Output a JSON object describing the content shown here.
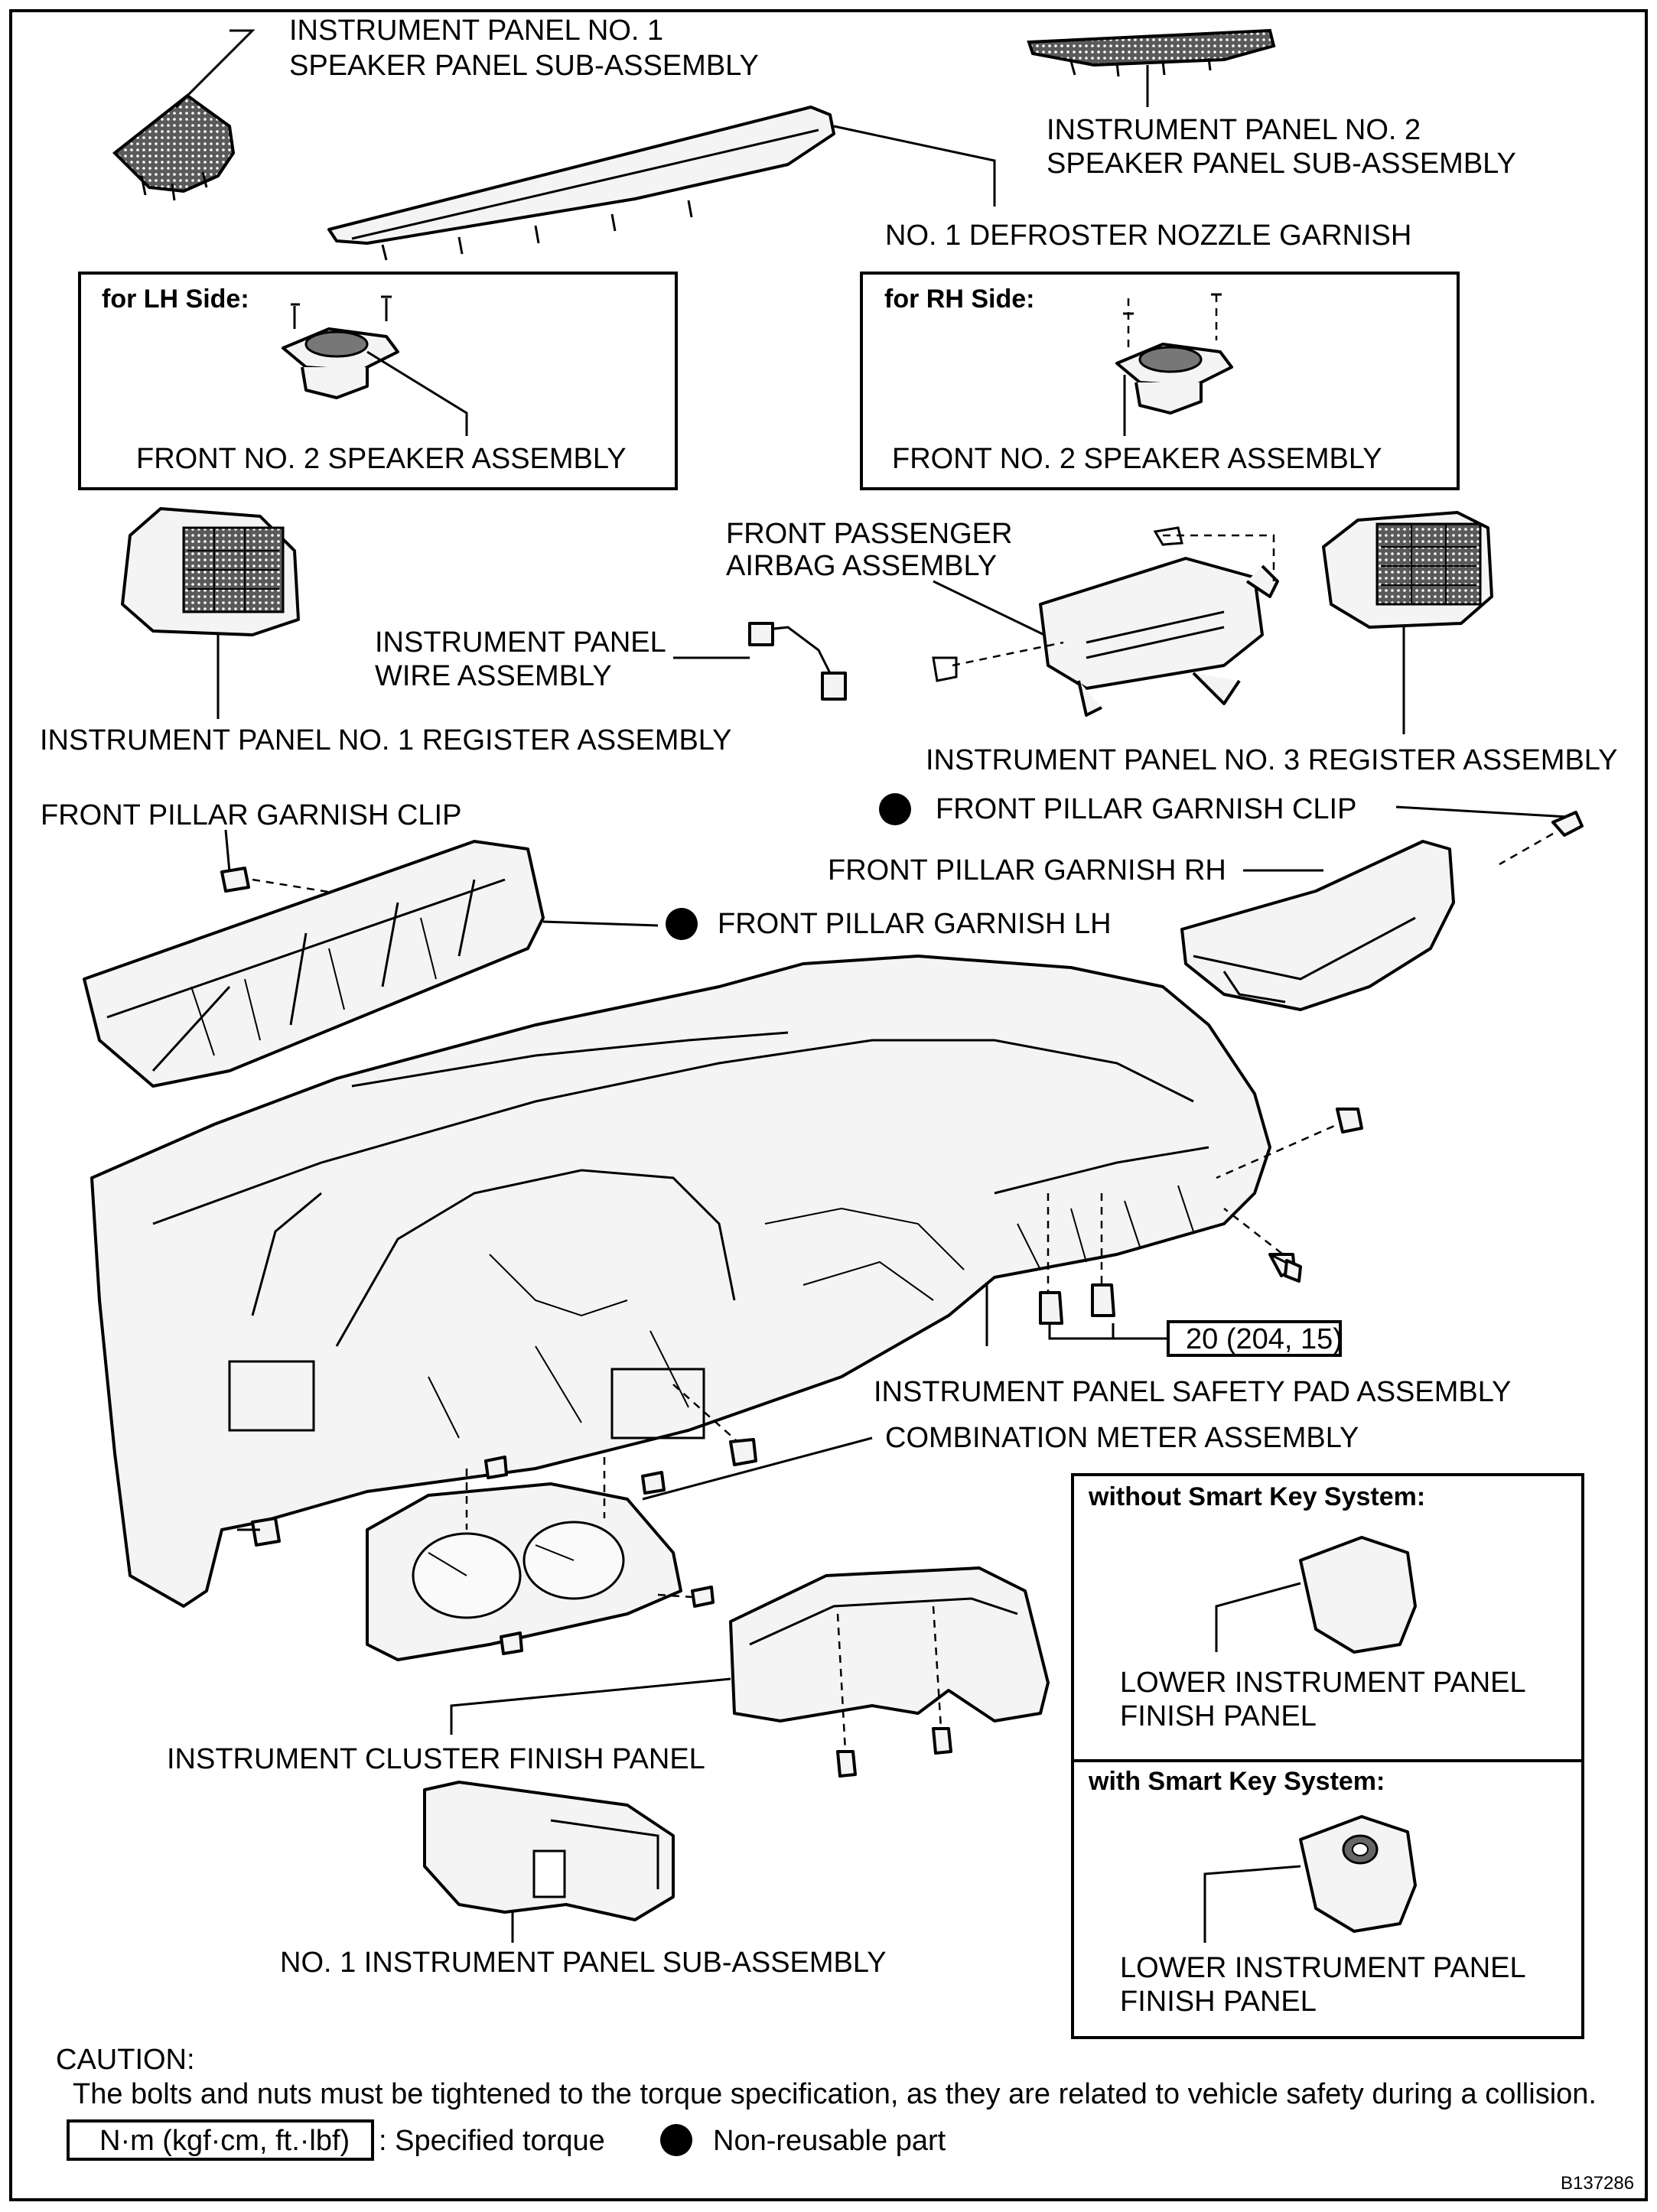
{
  "labels": {
    "speaker_panel_1_l1": "INSTRUMENT PANEL NO. 1",
    "speaker_panel_1_l2": "SPEAKER PANEL SUB-ASSEMBLY",
    "speaker_panel_2_l1": "INSTRUMENT PANEL NO. 2",
    "speaker_panel_2_l2": "SPEAKER PANEL SUB-ASSEMBLY",
    "defroster_garnish": "NO. 1 DEFROSTER NOZZLE GARNISH",
    "lh_side_title": "for LH Side:",
    "rh_side_title": "for RH Side:",
    "speaker_lh": "FRONT NO. 2 SPEAKER ASSEMBLY",
    "speaker_rh": "FRONT NO. 2 SPEAKER ASSEMBLY",
    "airbag_l1": "FRONT PASSENGER",
    "airbag_l2": "AIRBAG ASSEMBLY",
    "wire_l1": "INSTRUMENT PANEL",
    "wire_l2": "WIRE ASSEMBLY",
    "register_1": "INSTRUMENT PANEL NO. 1 REGISTER ASSEMBLY",
    "register_3": "INSTRUMENT PANEL NO. 3 REGISTER ASSEMBLY",
    "clip_lh": "FRONT PILLAR GARNISH CLIP",
    "clip_rh": "FRONT PILLAR GARNISH CLIP",
    "garnish_rh": "FRONT PILLAR GARNISH RH",
    "garnish_lh": "FRONT PILLAR GARNISH LH",
    "torque_value": "20 (204, 15)",
    "safety_pad": "INSTRUMENT PANEL SAFETY PAD ASSEMBLY",
    "combination_meter": "COMBINATION METER ASSEMBLY",
    "without_smart_key": "without Smart Key System:",
    "with_smart_key": "with Smart Key System:",
    "lower_finish_a_l1": "LOWER INSTRUMENT PANEL",
    "lower_finish_a_l2": "FINISH PANEL",
    "lower_finish_b_l1": "LOWER INSTRUMENT PANEL",
    "lower_finish_b_l2": "FINISH PANEL",
    "cluster_finish": "INSTRUMENT CLUSTER FINISH PANEL",
    "sub_assembly": "NO. 1 INSTRUMENT PANEL SUB-ASSEMBLY",
    "caution_title": "CAUTION:",
    "caution_text": "The bolts and nuts must be tightened to the torque specification, as they are related to vehicle safety during a collision.",
    "legend_torque_box": "N·m (kgf·cm, ft.·lbf)",
    "legend_torque_text": ": Specified torque",
    "legend_nonreusable": "Non-reusable part",
    "figure_id": "B137286"
  }
}
